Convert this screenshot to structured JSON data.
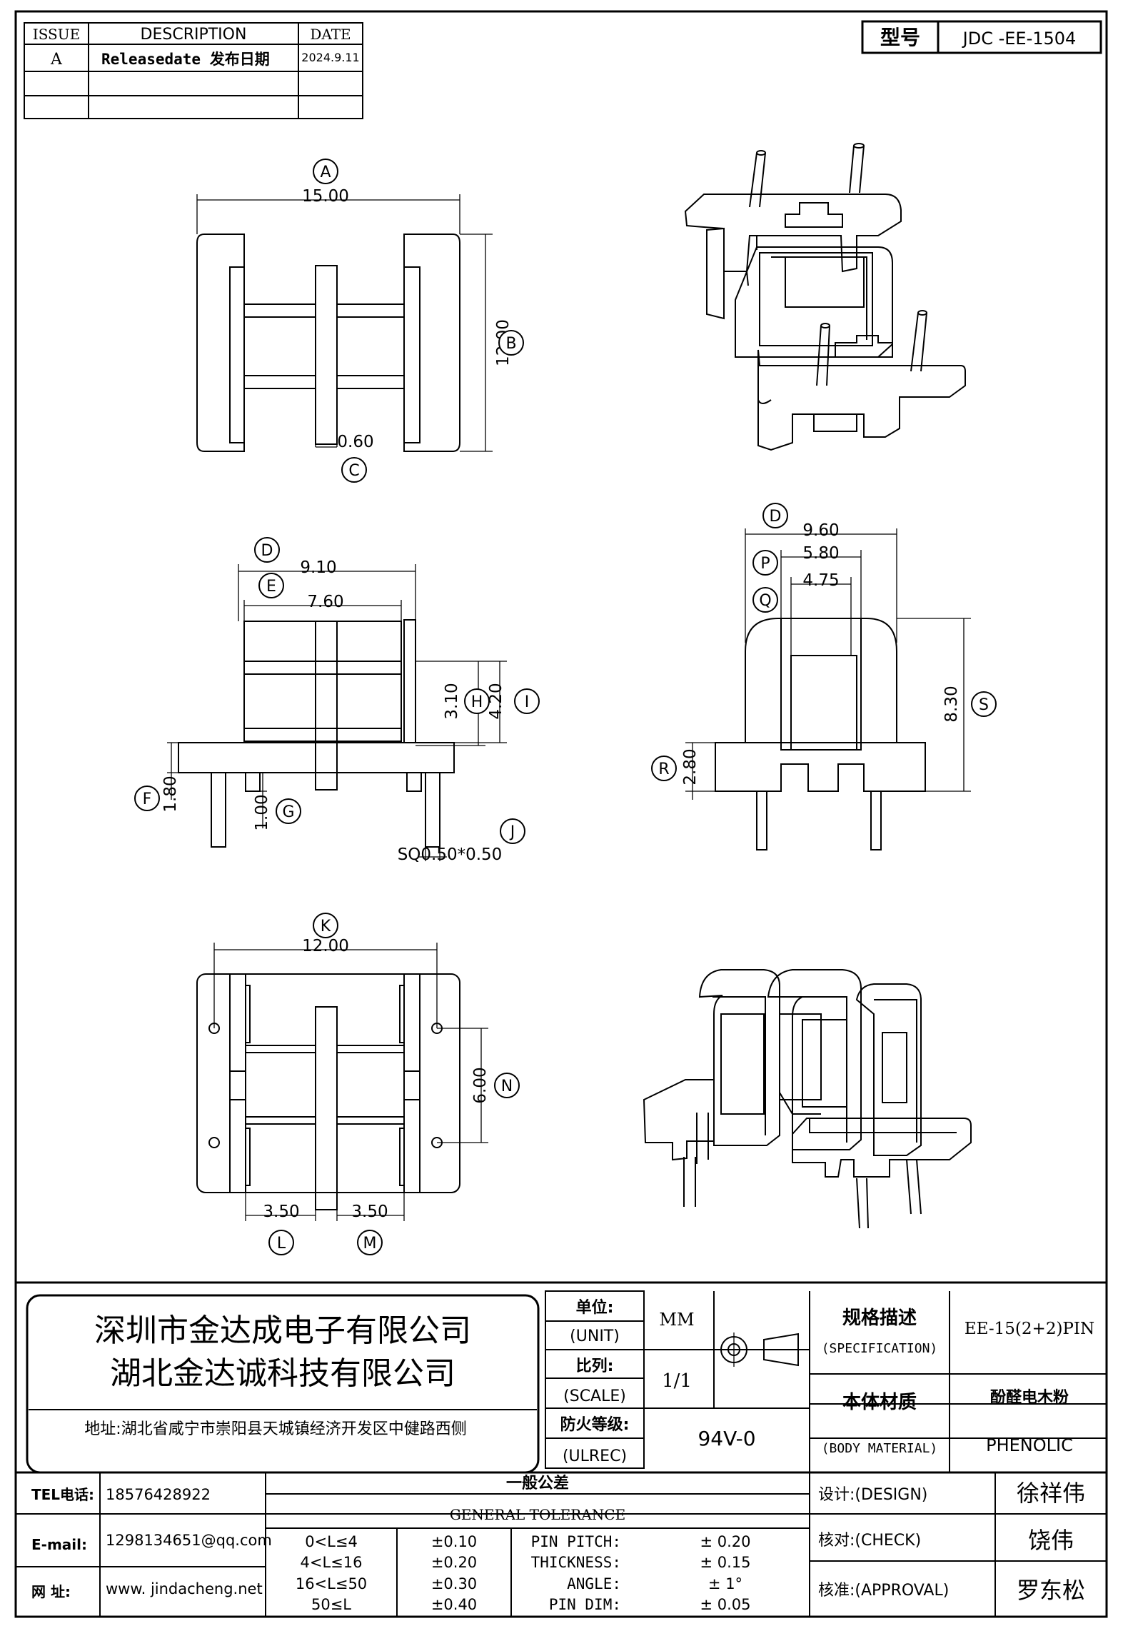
{
  "revision_table": {
    "headers": [
      "ISSUE",
      "DESCRIPTION",
      "DATE"
    ],
    "rows": [
      {
        "issue": "A",
        "description": "Releasedate 发布日期",
        "date": "2024.9.11"
      },
      {
        "issue": "",
        "description": "",
        "date": ""
      },
      {
        "issue": "",
        "description": "",
        "date": ""
      }
    ]
  },
  "model": {
    "label": "型号",
    "value": "JDC -EE-1504"
  },
  "views": {
    "top": {
      "dims": [
        {
          "letter": "A",
          "value": "15.00"
        },
        {
          "letter": "B",
          "value": "12.00"
        },
        {
          "letter": "C",
          "value": "0.60"
        }
      ]
    },
    "front": {
      "dims": [
        {
          "letter": "D",
          "value": "9.10"
        },
        {
          "letter": "E",
          "value": "7.60"
        },
        {
          "letter": "H",
          "value": "3.10"
        },
        {
          "letter": "I",
          "value": "4.20"
        },
        {
          "letter": "F",
          "value": "1.80"
        },
        {
          "letter": "G",
          "value": "1.00"
        },
        {
          "letter": "J",
          "value": "SQ0.50*0.50"
        }
      ]
    },
    "side": {
      "dims": [
        {
          "letter": "D",
          "value": "9.60"
        },
        {
          "letter": "P",
          "value": "5.80"
        },
        {
          "letter": "Q",
          "value": "4.75"
        },
        {
          "letter": "S",
          "value": "8.30"
        },
        {
          "letter": "R",
          "value": "2.80"
        }
      ]
    },
    "bottom": {
      "dims": [
        {
          "letter": "K",
          "value": "12.00"
        },
        {
          "letter": "N",
          "value": "6.00"
        },
        {
          "letter": "L",
          "value": "3.50"
        },
        {
          "letter": "M",
          "value": "3.50"
        }
      ]
    }
  },
  "title_block": {
    "company_1": "深圳市金达成电子有限公司",
    "company_2": "湖北金达诚科技有限公司",
    "address": "地址:湖北省咸宁市崇阳县天城镇经济开发区中健路西侧",
    "unit_cn": "单位:",
    "unit_en": "(UNIT)",
    "unit_value": "MM",
    "scale_cn": "比列:",
    "scale_en": "(SCALE)",
    "scale_value": "1/1",
    "ulrec_cn": "防火等级:",
    "ulrec_en": "(ULREC)",
    "ulrec_value": "94V-0",
    "spec_cn": "规格描述",
    "spec_en": "(SPECIFICATION)",
    "spec_value": "EE-15(2+2)PIN",
    "material_cn": "本体材质",
    "material_en": "(BODY MATERIAL)",
    "material_value_cn": "酚醛电木粉",
    "material_value_en": "PHENOLIC"
  },
  "contact": {
    "tel_label": "TEL电话:",
    "tel": "18576428922",
    "email_label": "E-mail:",
    "email": "1298134651@qq.com",
    "web_label": "网  址:",
    "web": "www. jindacheng.net"
  },
  "tolerance": {
    "title_cn": "一般公差",
    "title_en": "GENERAL TOLERANCE",
    "ranges": [
      {
        "range": "0<L≤4",
        "tol": "±0.10"
      },
      {
        "range": "4<L≤16",
        "tol": "±0.20"
      },
      {
        "range": "16<L≤50",
        "tol": "±0.30"
      },
      {
        "range": "50≤L",
        "tol": "±0.40"
      }
    ],
    "items": [
      {
        "name": "PIN PITCH:",
        "tol": "±  0.20"
      },
      {
        "name": "THICKNESS:",
        "tol": "±  0.15"
      },
      {
        "name": "ANGLE:",
        "tol": "±  1°"
      },
      {
        "name": "PIN DIM:",
        "tol": "±  0.05"
      }
    ]
  },
  "approvals": [
    {
      "label": "设计:(DESIGN)",
      "name": "徐祥伟"
    },
    {
      "label": "核对:(CHECK)",
      "name": "饶伟"
    },
    {
      "label": "核准:(APPROVAL)",
      "name": "罗东松"
    }
  ]
}
